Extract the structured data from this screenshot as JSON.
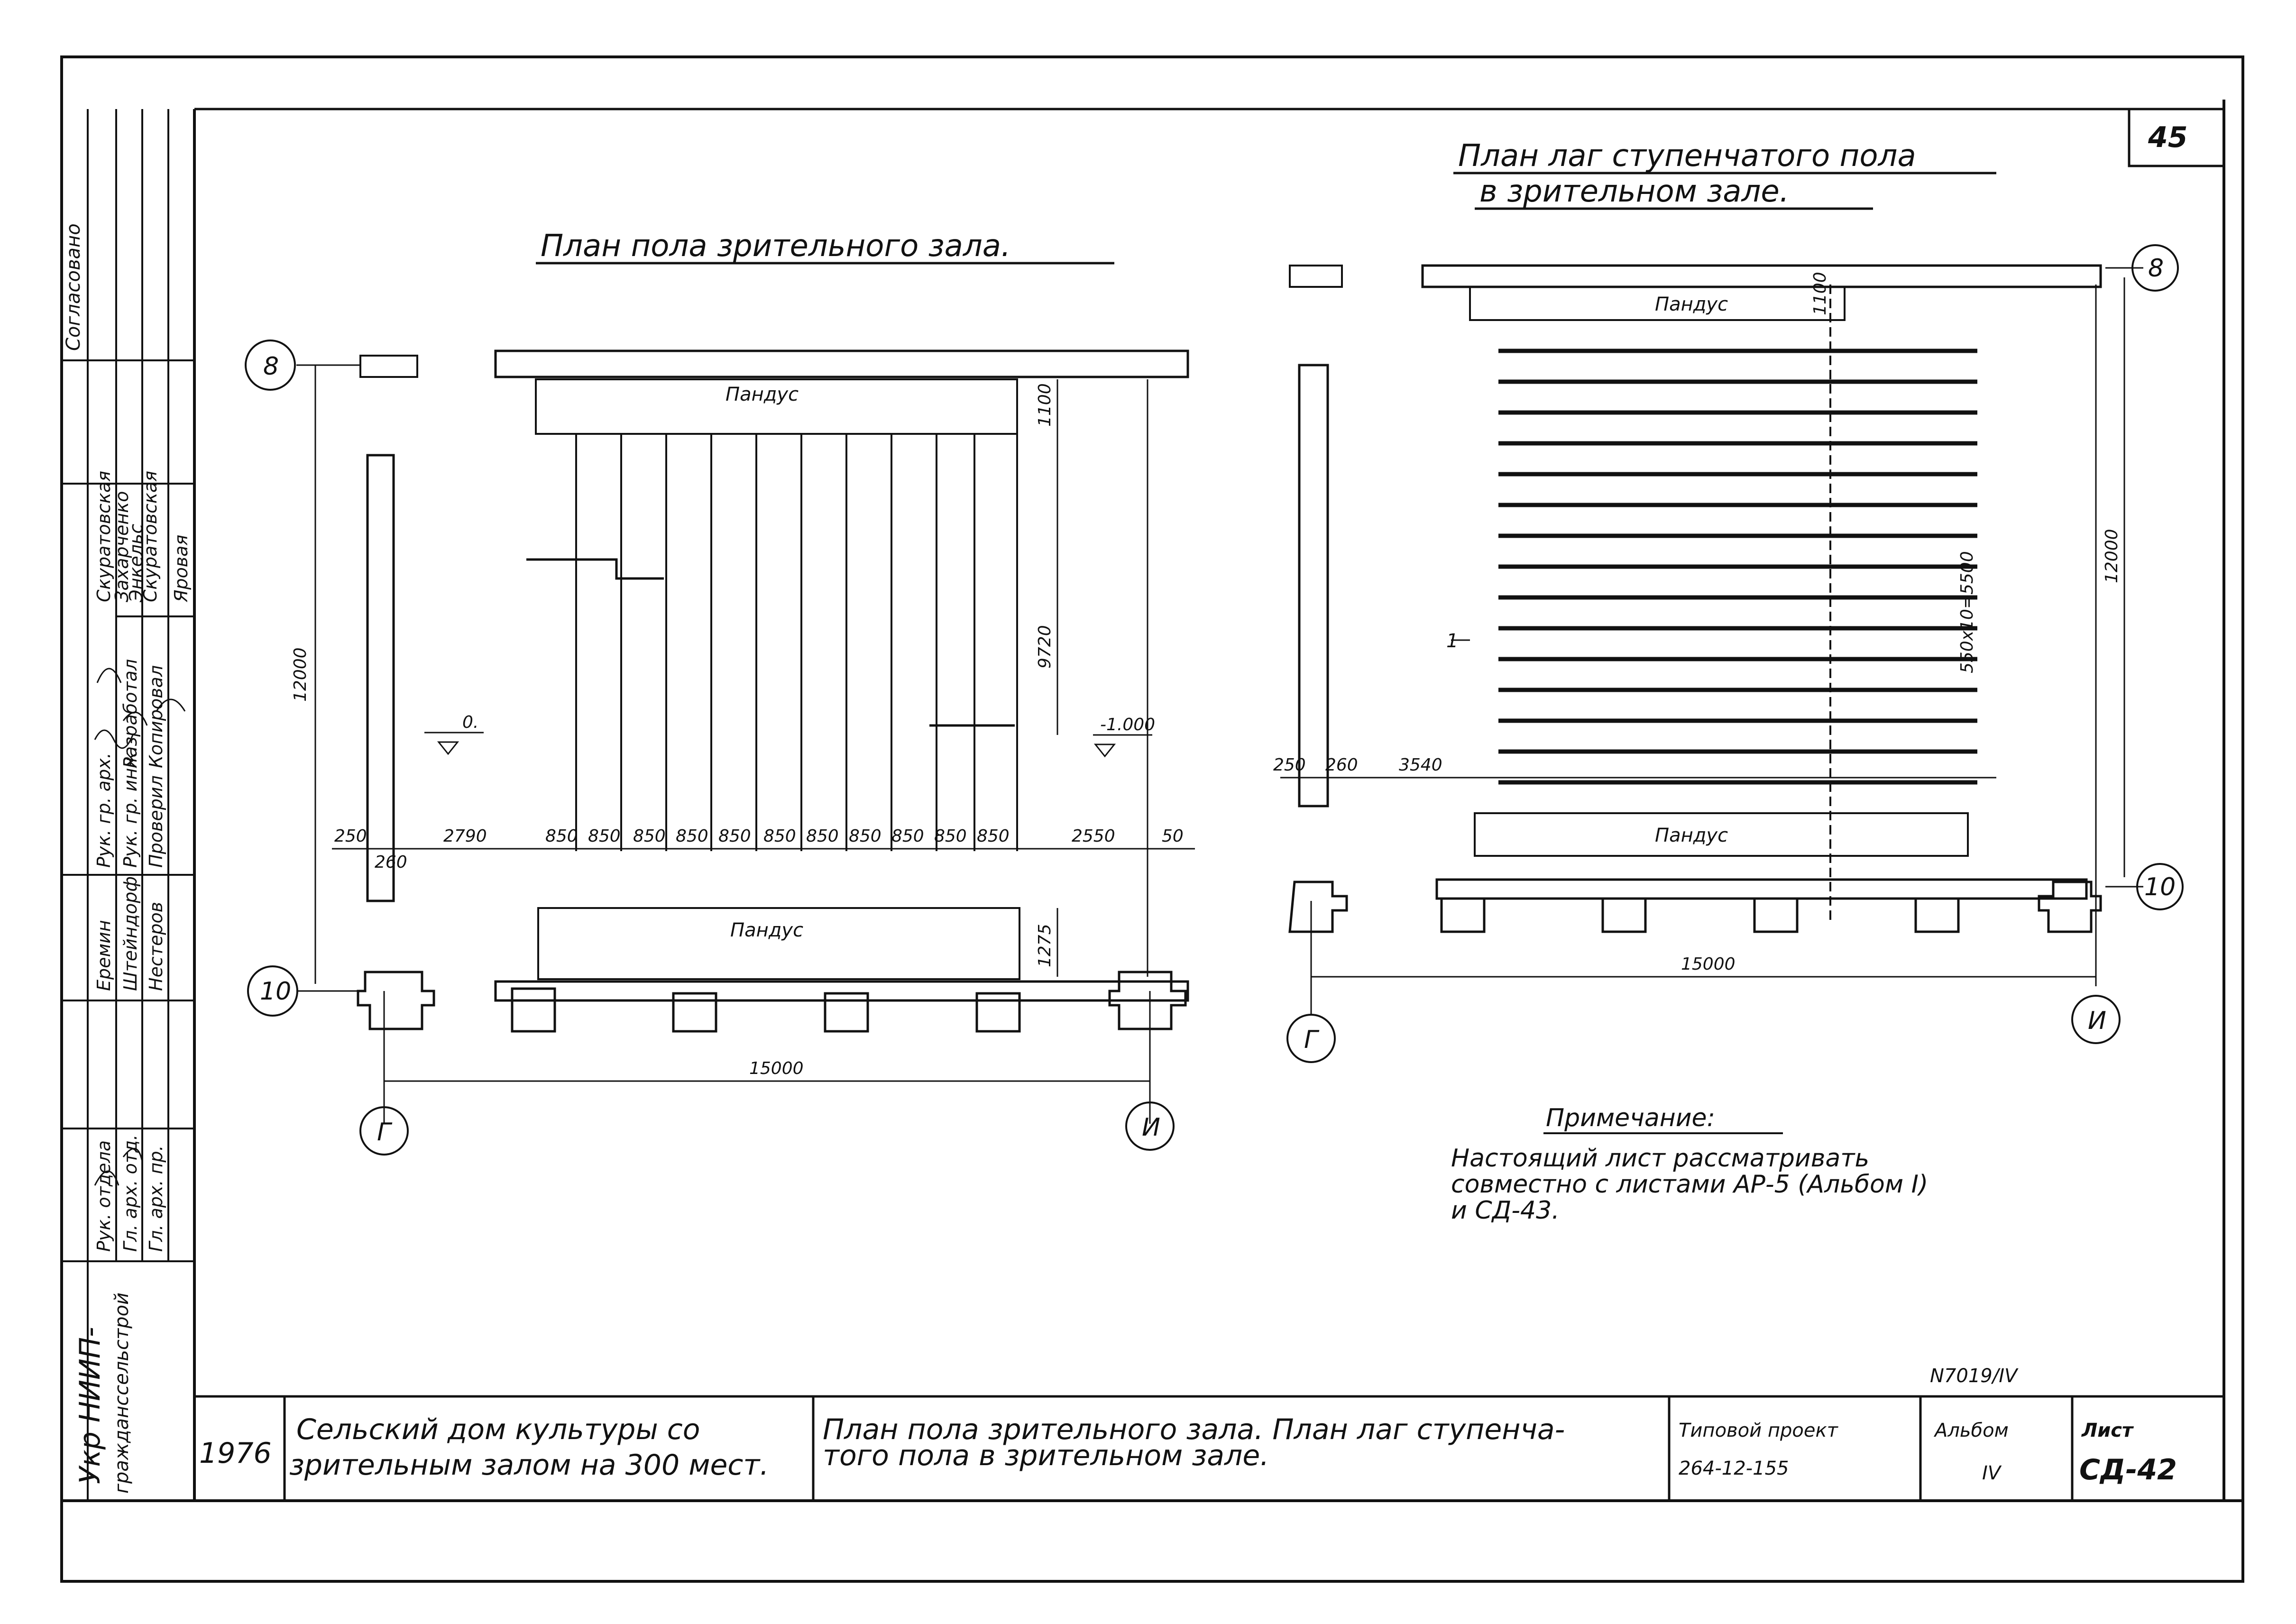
{
  "sheet_number": "45",
  "left_plan": {
    "title": "План пола зрительного зала.",
    "ramp_top": "Пандус",
    "ramp_bottom": "Пандус",
    "axis_8": "8",
    "axis_10": "10",
    "axis_g": "Г",
    "axis_u": "И",
    "dim_12000": "12000",
    "dim_9720": "9720",
    "dim_1100": "1100",
    "dim_1275": "1275",
    "dim_15000": "15000",
    "dim_250": "250",
    "dim_260": "260",
    "dim_2790": "2790",
    "dim_850": "850",
    "dim_2550": "2550",
    "dim_50": "50",
    "level_0": "0.",
    "level_m1": "-1.000"
  },
  "right_plan": {
    "title_line1": "План лаг ступенчатого пола",
    "title_line2": "в зрительном зале.",
    "ramp_top": "Пандус",
    "ramp_bottom": "Пандус",
    "axis_8": "8",
    "axis_10": "10",
    "axis_g": "Г",
    "axis_u": "И",
    "dim_1100": "1100",
    "dim_12000": "12000",
    "dim_5500": "550х10=5500",
    "dim_250": "250",
    "dim_260": "260",
    "dim_3540": "3540",
    "dim_15000": "15000",
    "section_mark": "1"
  },
  "note": {
    "title": "Примечание:",
    "line1": "Настоящий лист рассматривать",
    "line2": "совместно с листами АР-5 (Альбом I)",
    "line3": "и СД-43."
  },
  "stamp": {
    "org_line1": "Укр НИИП-",
    "org_line2": "гражданссельстрой",
    "roles": [
      "Рук. отдела",
      "Гл. арх. отд.",
      "Гл. арх. пр."
    ],
    "names_upper": [
      "Еремин",
      "Штейндорф",
      "Нестеров"
    ],
    "roles_lower": [
      "Рук. гр. арх.",
      "Рук. гр. инж.",
      "Разработал",
      "Проверил",
      "Копировал"
    ],
    "names_lower": [
      "Скуратовская",
      "Захарченко",
      "Энкельс",
      "Скуратовская",
      "Яровая"
    ],
    "agreed": "Согласовано"
  },
  "title_block": {
    "year": "1976",
    "object_line1": "Сельский дом культуры со",
    "object_line2": "зрительным залом на 300 мест.",
    "drawing_line1": "План пола зрительного зала. План лаг ступенча-",
    "drawing_line2": "того пола в зрительном зале.",
    "project_label": "Типовой проект",
    "project_number": "264-12-155",
    "album_label": "Альбом",
    "album_value": "IV",
    "sheet_label": "Лист",
    "sheet_value": "СД-42",
    "archive_number": "N7019/IV"
  }
}
